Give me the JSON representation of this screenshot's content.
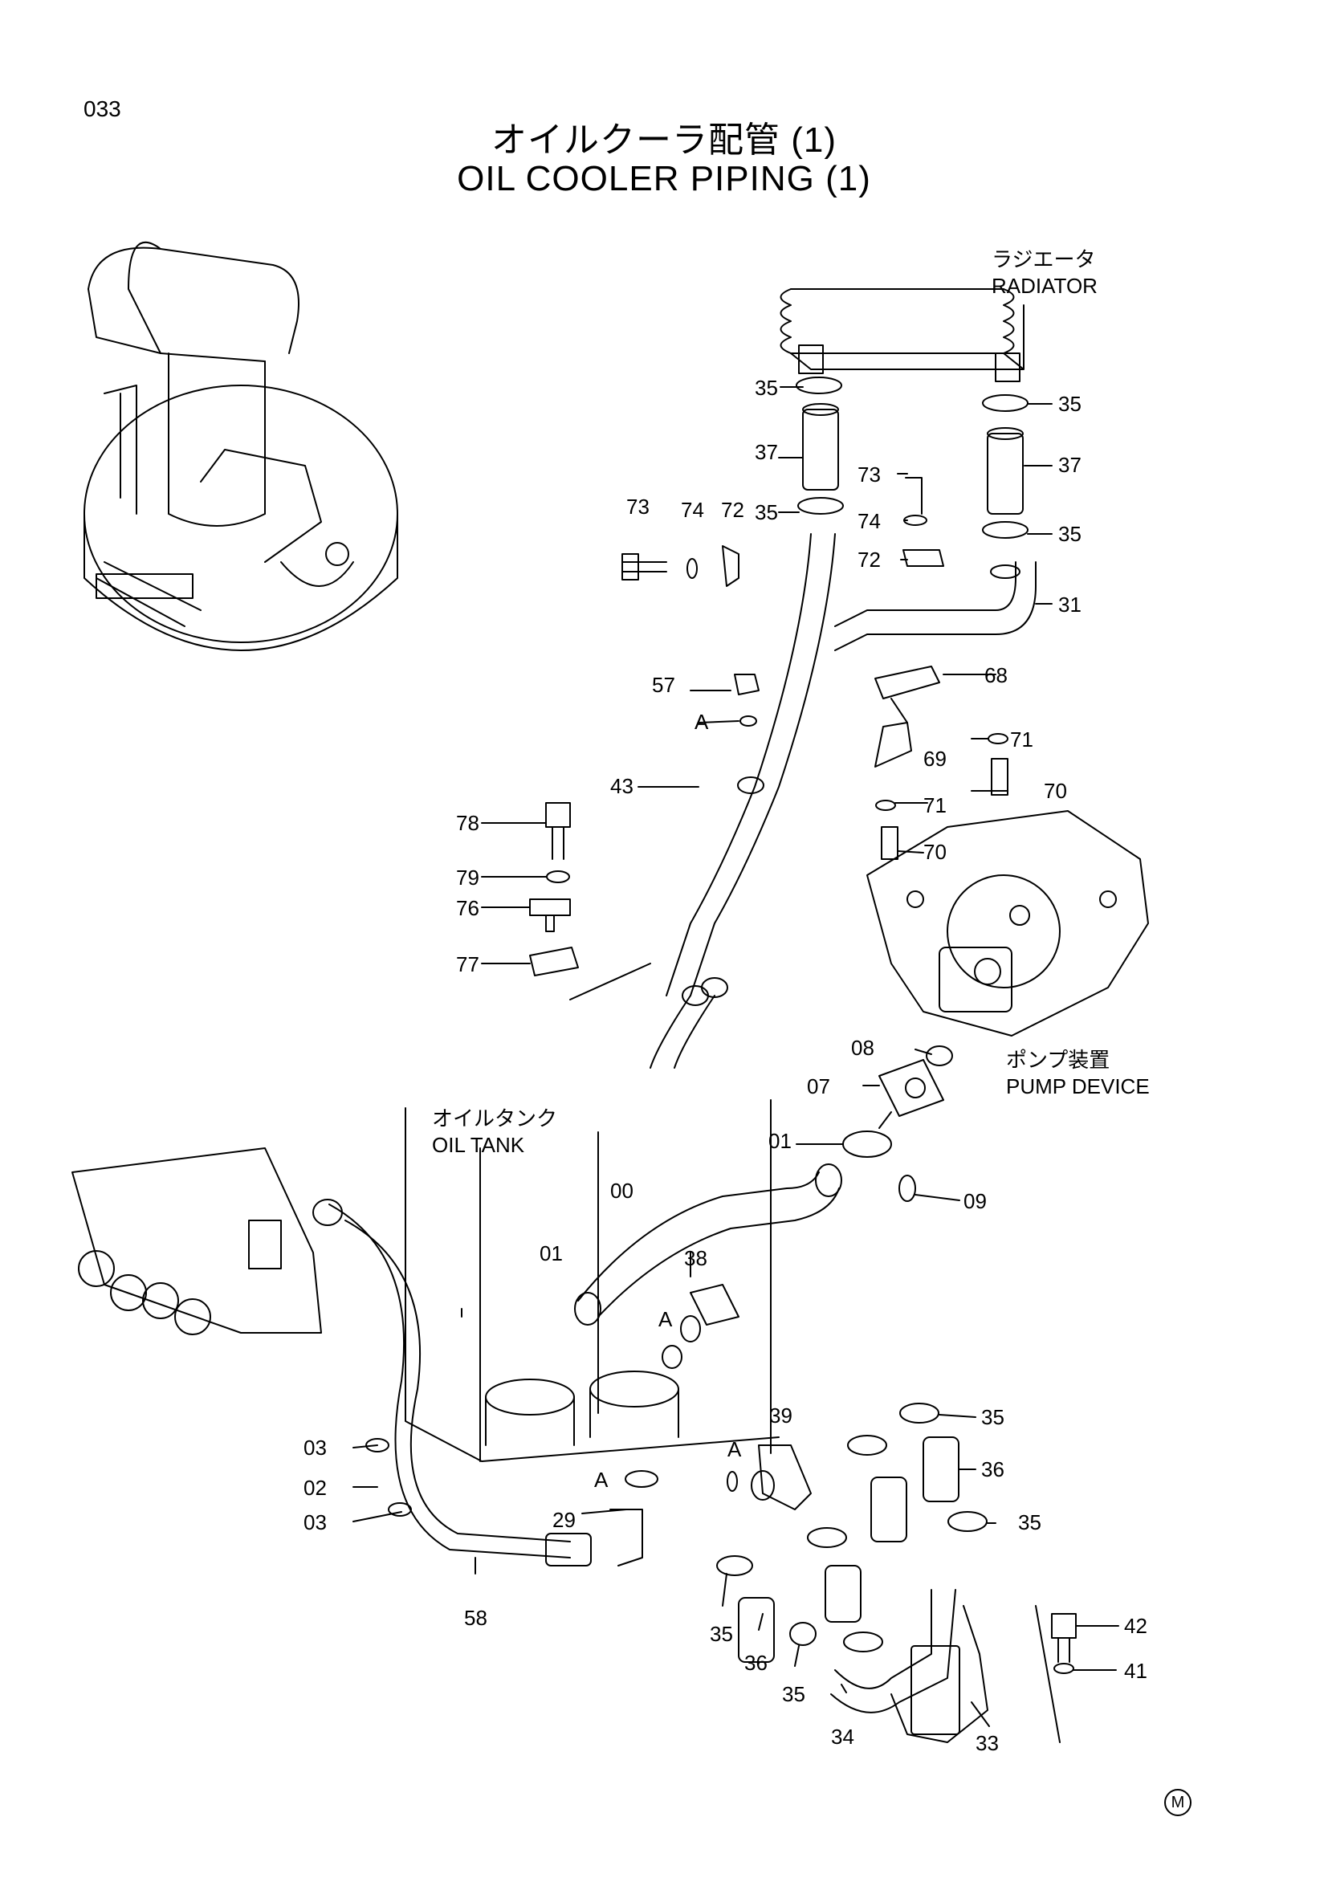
{
  "page_number": "033",
  "title_jp": "オイルクーラ配管 (1)",
  "title_en": "OIL COOLER PIPING (1)",
  "components": {
    "radiator_jp": "ラジエータ",
    "radiator_en": "RADIATOR",
    "pump_jp": "ポンプ装置",
    "pump_en": "PUMP DEVICE",
    "tank_jp": "オイルタンク",
    "tank_en": "OIL TANK"
  },
  "part_labels": [
    "35",
    "35",
    "37",
    "37",
    "35",
    "35",
    "73",
    "74",
    "72",
    "73",
    "74",
    "72",
    "31",
    "68",
    "57",
    "A",
    "71",
    "69",
    "43",
    "70",
    "71",
    "78",
    "70",
    "79",
    "76",
    "77",
    "08",
    "07",
    "01",
    "09",
    "00",
    "01",
    "38",
    "A",
    "39",
    "A",
    "03",
    "02",
    "A",
    "29",
    "03",
    "35",
    "36",
    "35",
    "58",
    "35",
    "36",
    "35",
    "42",
    "41",
    "34",
    "33"
  ],
  "footer_mark": "M"
}
